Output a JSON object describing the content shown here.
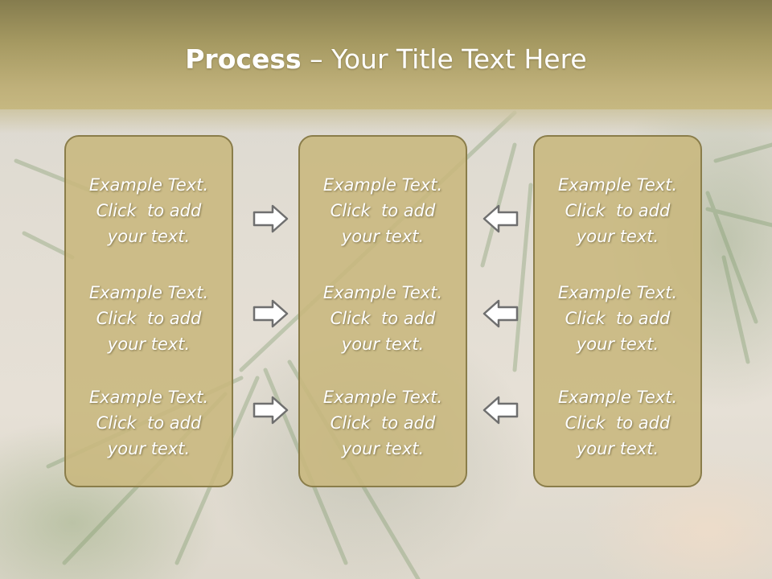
{
  "title": {
    "bold": "Process",
    "rest": " – Your Title Text Here"
  },
  "columns": [
    {
      "items": [
        "Example Text.\nClick  to add\nyour text.",
        "Example Text.\nClick  to add\nyour text.",
        "Example Text.\nClick  to add\nyour text."
      ]
    },
    {
      "items": [
        "Example Text.\nClick  to add\nyour text.",
        "Example Text.\nClick  to add\nyour text.",
        "Example Text.\nClick  to add\nyour text."
      ]
    },
    {
      "items": [
        "Example Text.\nClick  to add\nyour text.",
        "Example Text.\nClick  to add\nyour text.",
        "Example Text.\nClick  to add\nyour text."
      ]
    }
  ],
  "icons": {
    "right": "arrow-right-icon",
    "left": "arrow-left-icon"
  },
  "colors": {
    "header": "#a69a62",
    "box_fill": "#c8b77d",
    "box_border": "#8a7d4a",
    "text": "#ffffff"
  }
}
